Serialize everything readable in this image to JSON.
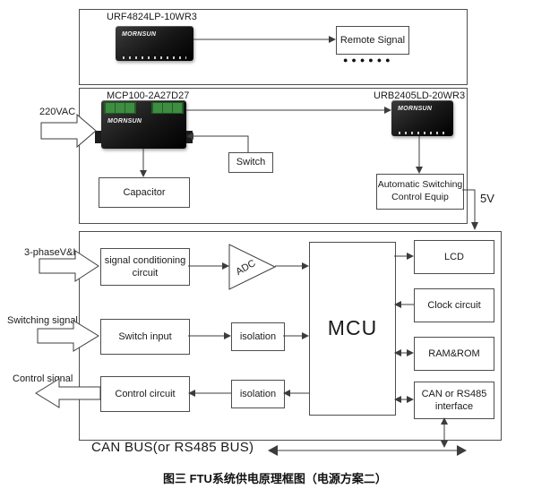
{
  "brand": "MORNSUN",
  "caption": "图三 FTU系统供电原理框图（电源方案二）",
  "top_section": {
    "module_label": "URF4824LP-10WR3",
    "remote_signal": "Remote Signal",
    "dots": "●●●●●●"
  },
  "middle_section": {
    "left_module_label": "MCP100-2A27D27",
    "right_module_label": "URB2405LD-20WR3",
    "input_label": "220VAC",
    "switch": "Switch",
    "capacitor": "Capacitor",
    "auto_switch": "Automatic Switching\nControl  Equip",
    "output_label": "5V"
  },
  "bottom_section": {
    "input_three_phase": "3-phaseV&I",
    "input_switching": "Switching signal",
    "output_control": "Control signal",
    "signal_conditioning": "signal conditioning\ncircuit",
    "adc": "ADC",
    "switch_input": "Switch input",
    "isolation_top": "isolation",
    "control_circuit": "Control circuit",
    "isolation_bottom": "isolation",
    "mcu": "MCU",
    "lcd": "LCD",
    "clock": "Clock circuit",
    "ram_rom": "RAM&ROM",
    "can_interface": "CAN or RS485\ninterface",
    "bus_label": "CAN BUS(or RS485 BUS)"
  }
}
